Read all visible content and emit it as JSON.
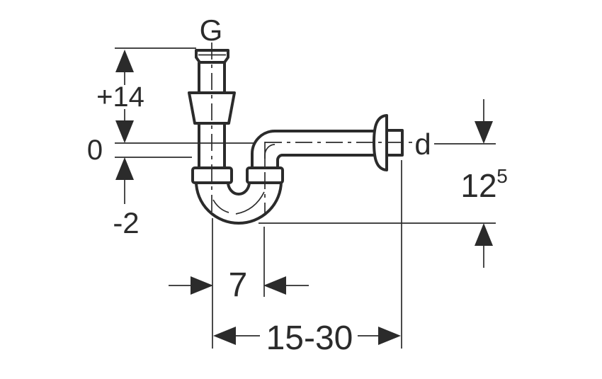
{
  "diagram": {
    "connection_label": "G",
    "outlet_label": "d",
    "levels": {
      "plus": "+14",
      "zero": "0",
      "minus": "-2"
    },
    "dimensions": {
      "trap_depth_main": "12",
      "trap_depth_sup": "5",
      "outlet_offset": "7",
      "wall_distance": "15-30"
    },
    "colors": {
      "line": "#2b2b2b",
      "background": "#ffffff"
    }
  }
}
